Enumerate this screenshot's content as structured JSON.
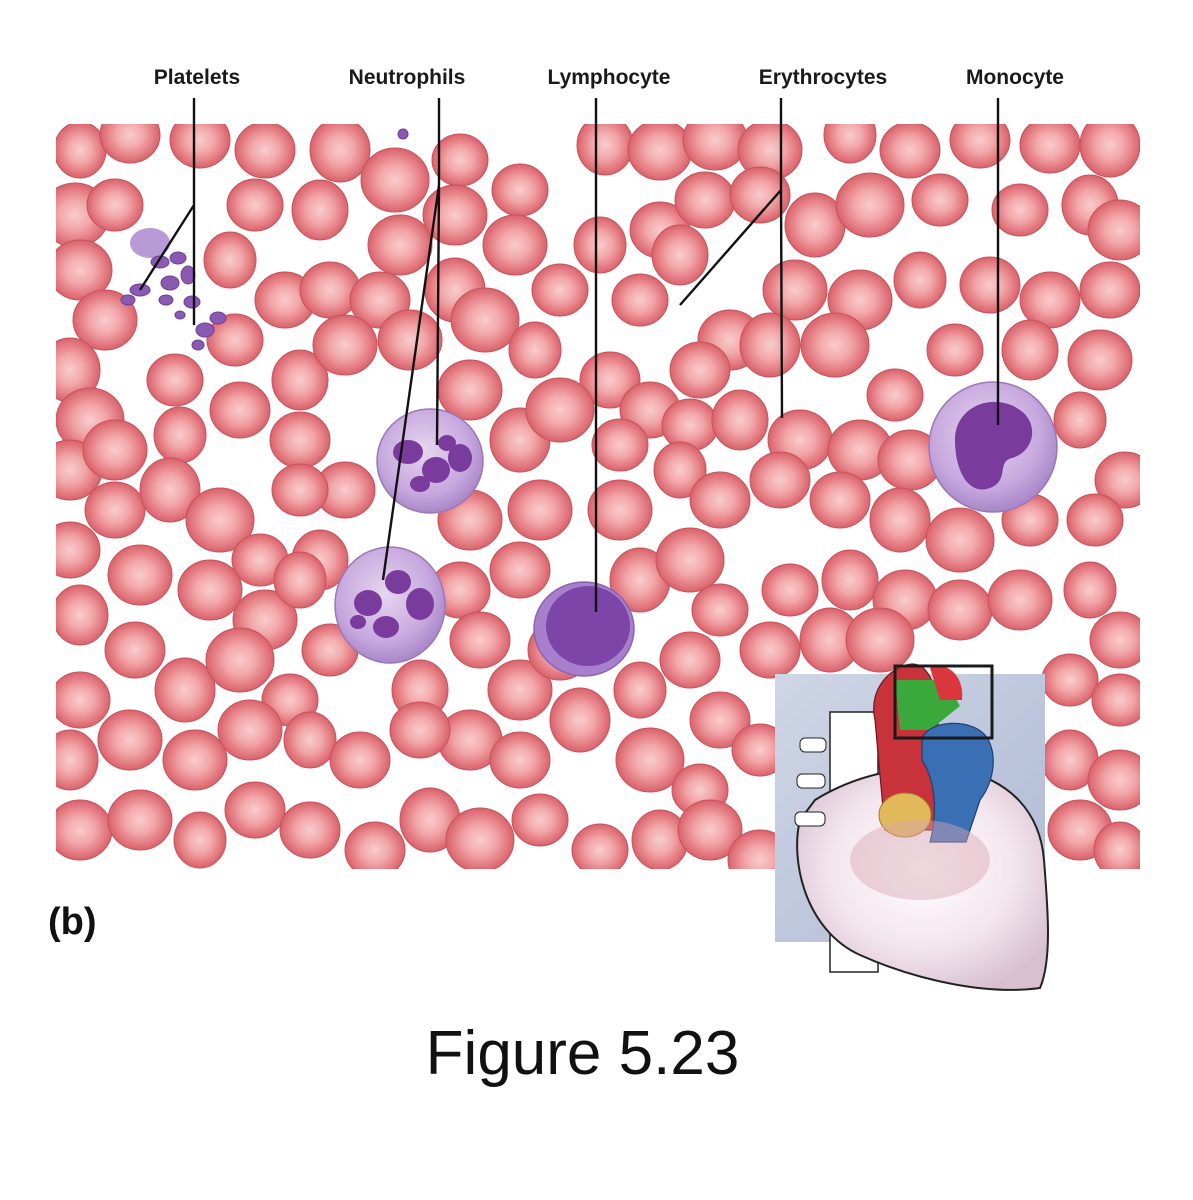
{
  "labels": {
    "platelets": "Platelets",
    "neutrophils": "Neutrophils",
    "lymphocyte": "Lymphocyte",
    "erythrocytes": "Erythrocytes",
    "monocyte": "Monocyte"
  },
  "panel_letter": "(b)",
  "caption": "Figure 5.23",
  "colors": {
    "erythrocyte": "#e8848a",
    "erythrocyte_center": "#f6c2c2",
    "leukocyte_cytoplasm": "#c8a8dc",
    "nucleus": "#7a3c9c",
    "background": "#ffffff",
    "artery": "#c8323a",
    "vein": "#3a6fb4",
    "highlight_vessel": "#3aa83a"
  },
  "icons": {
    "inset": "heart-icon"
  }
}
